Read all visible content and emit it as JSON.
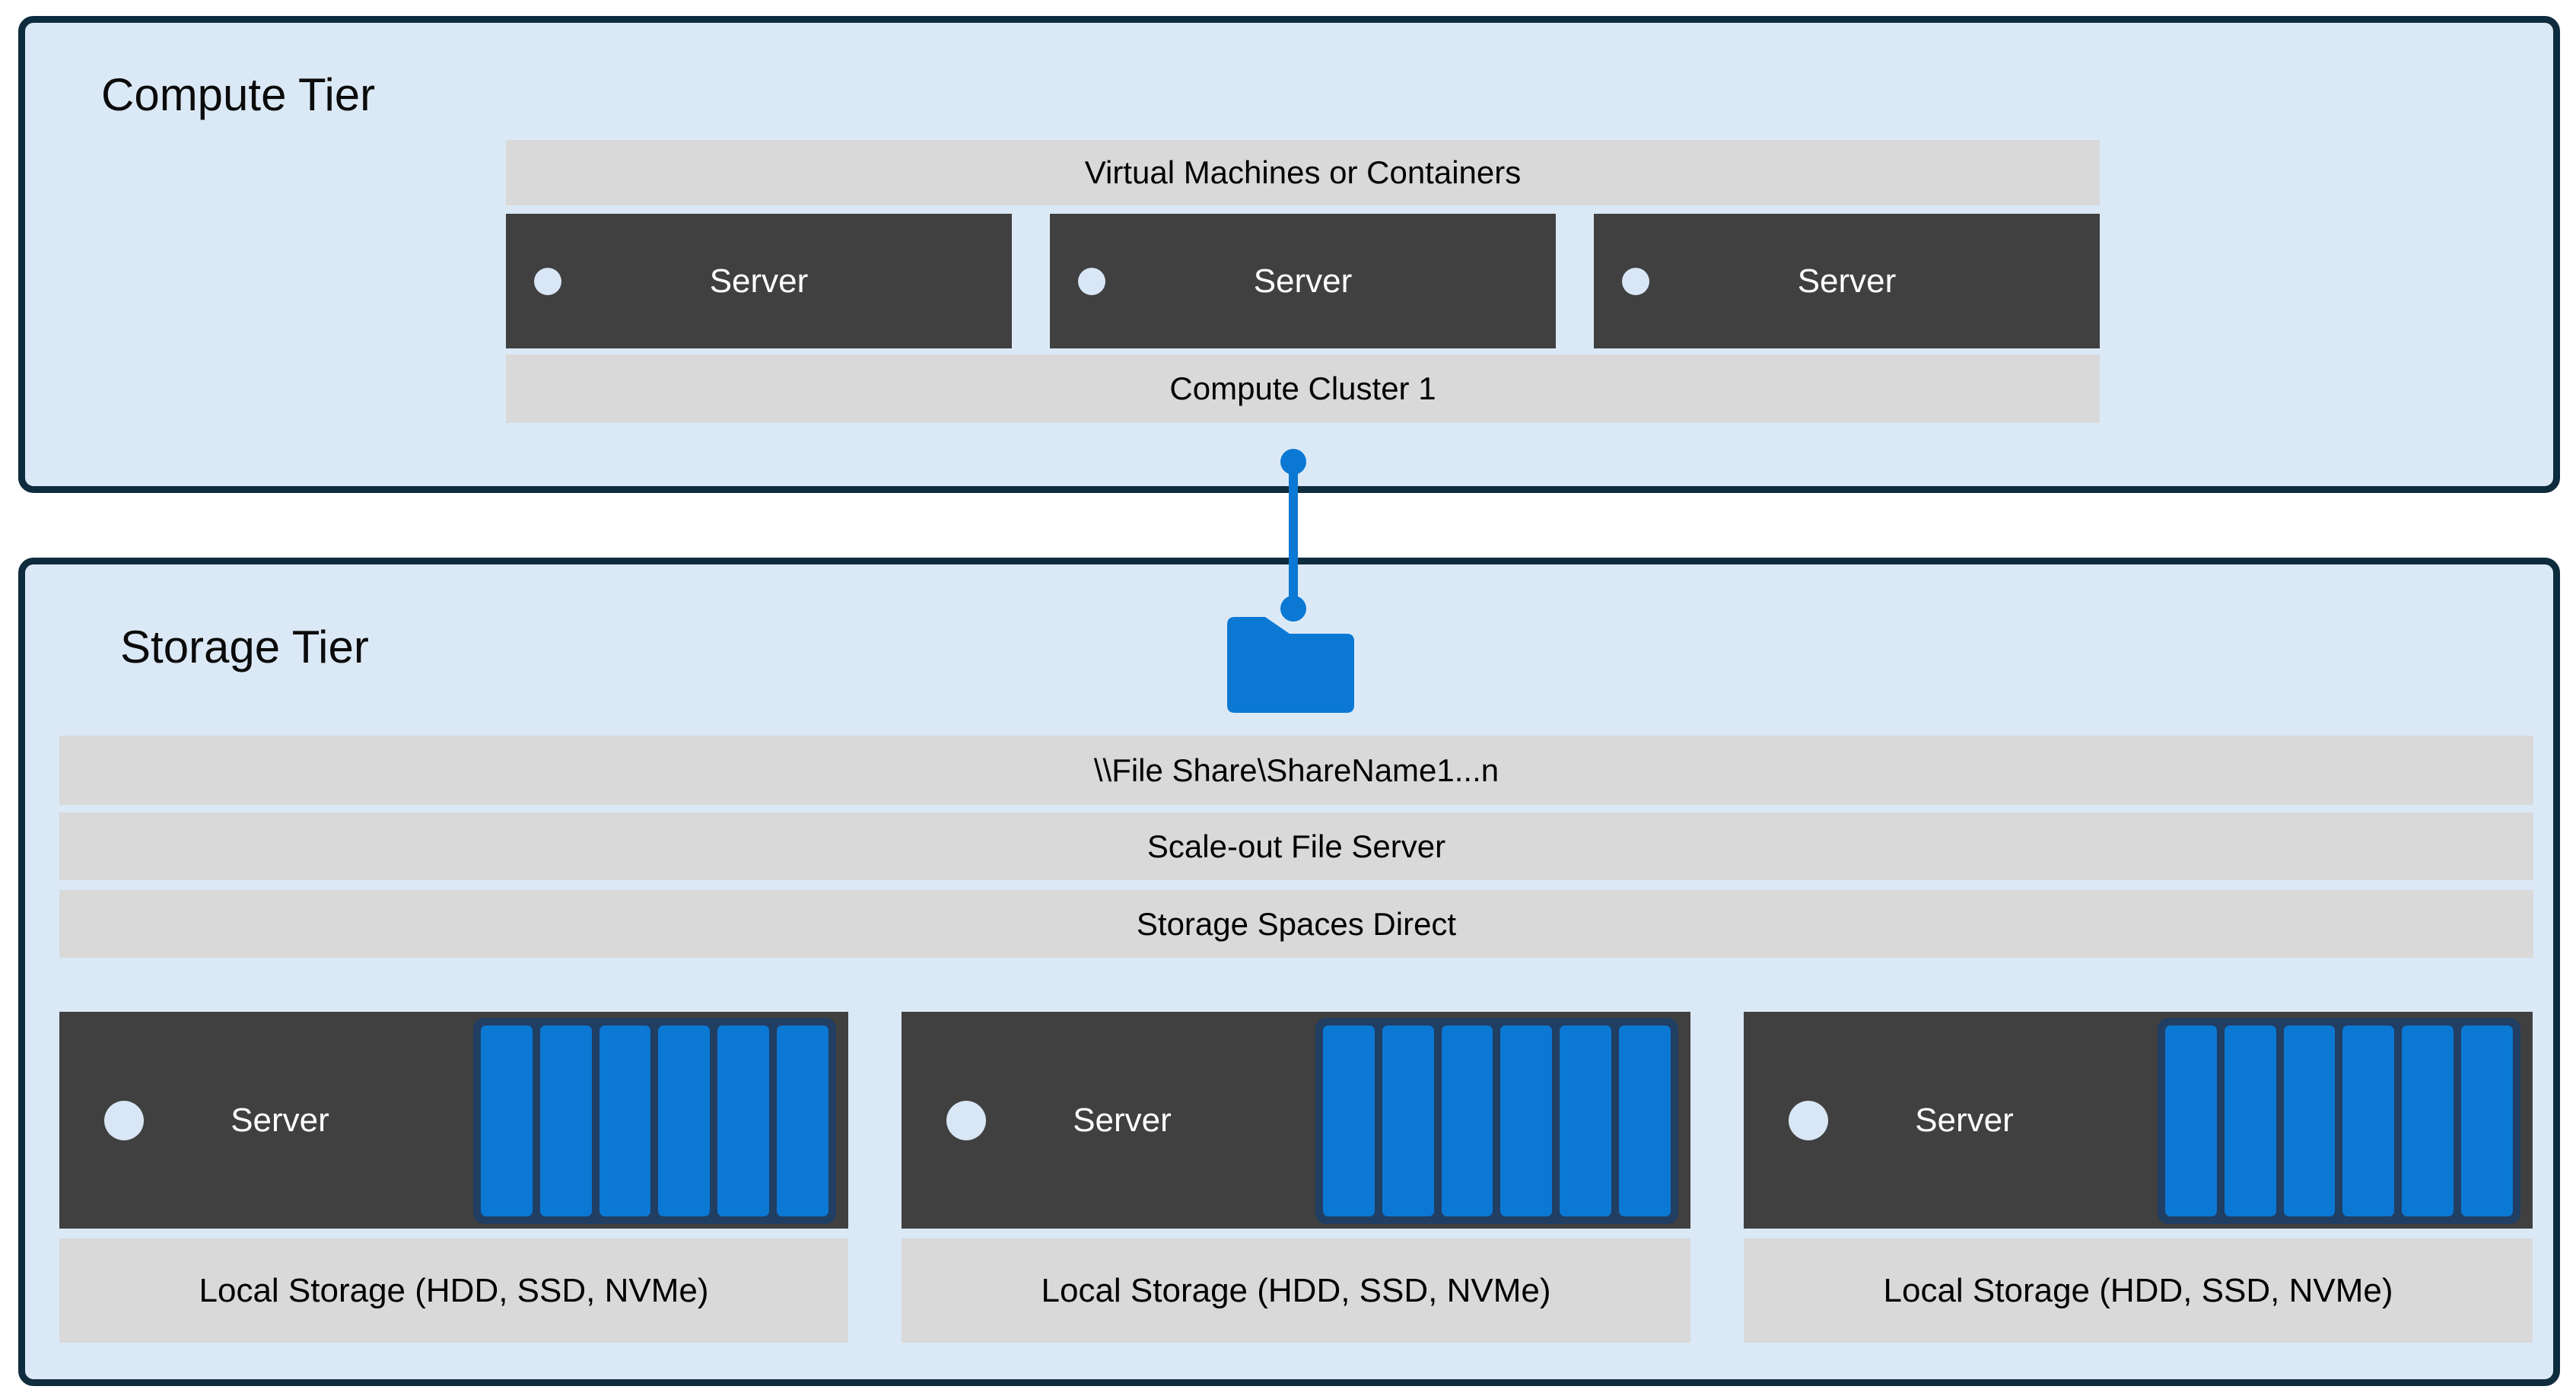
{
  "colors": {
    "page_background": "#ffffff",
    "tier_fill": "#dbe9f6",
    "tier_border": "#0e2c3e",
    "bar_fill": "#d9d9d9",
    "server_fill": "#404040",
    "server_text": "#ffffff",
    "accent_blue": "#0b78d4",
    "disk_frame_navy": "#213e63",
    "node_dot_fill": "#d8e6f5",
    "text": "#000000"
  },
  "compute_tier": {
    "title": "Compute Tier",
    "top_bar_label": "Virtual Machines or Containers",
    "servers": [
      {
        "label": "Server"
      },
      {
        "label": "Server"
      },
      {
        "label": "Server"
      }
    ],
    "bottom_bar_label": "Compute Cluster 1"
  },
  "connector": {
    "icon": "folder-icon",
    "description": "blue link line with end dots joining Compute Cluster 1 to the file-share folder"
  },
  "storage_tier": {
    "title": "Storage Tier",
    "layer_bars": [
      {
        "label": "\\\\File Share\\ShareName1...n"
      },
      {
        "label": "Scale-out File Server"
      },
      {
        "label": "Storage Spaces Direct"
      }
    ],
    "servers": [
      {
        "label": "Server",
        "disk_count": 6
      },
      {
        "label": "Server",
        "disk_count": 6
      },
      {
        "label": "Server",
        "disk_count": 6
      }
    ],
    "local_storage_labels": [
      "Local Storage (HDD, SSD, NVMe)",
      "Local Storage (HDD, SSD, NVMe)",
      "Local Storage (HDD, SSD, NVMe)"
    ]
  }
}
